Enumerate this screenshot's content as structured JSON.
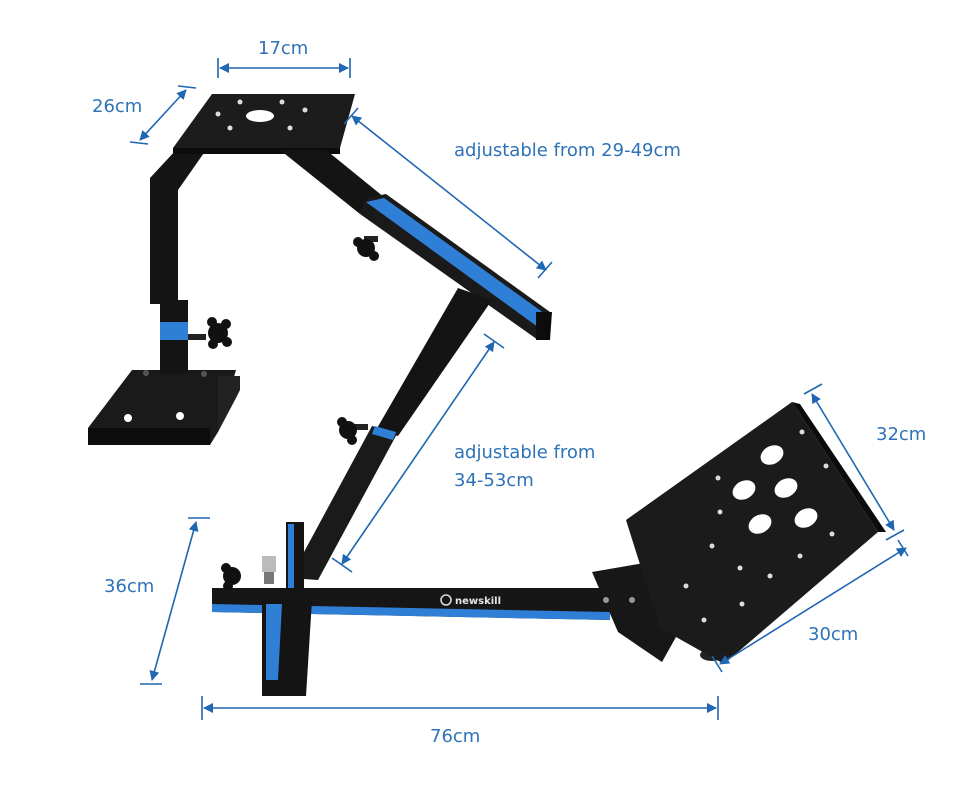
{
  "product": {
    "brand_logo_text": "newskill",
    "colors": {
      "frame": "#141414",
      "accent_blue": "#2f7fd6",
      "dimension": "#1f66b3",
      "label": "#2f72b8"
    }
  },
  "dimensions": {
    "wheel_plate_width": "17cm",
    "wheel_plate_depth": "26cm",
    "upper_arm": "adjustable from 29-49cm",
    "lower_arm_line1": "adjustable from",
    "lower_arm_line2": "34-53cm",
    "pedal_plate_height": "32cm",
    "pedal_plate_width": "30cm",
    "base_height": "36cm",
    "base_length": "76cm"
  }
}
